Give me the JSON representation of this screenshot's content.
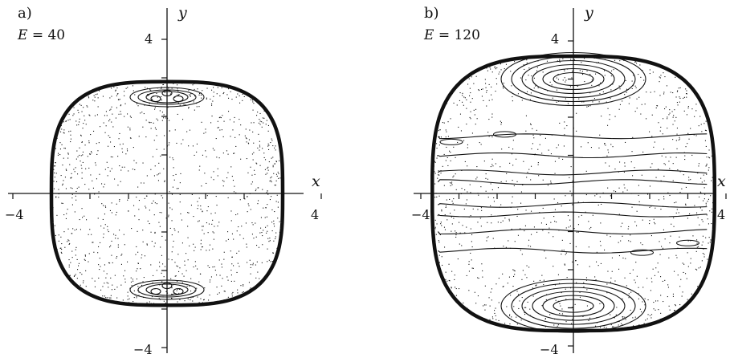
{
  "panels": [
    {
      "letter": "a)",
      "energy_symbol": "E",
      "energy_text": " = 40",
      "x_axis_name": "x",
      "y_axis_name": "y",
      "x_ticks": [
        "−4",
        "4"
      ],
      "y_ticks": [
        "4",
        "−4"
      ],
      "outline_halfwidth": 3,
      "outline_halfheight": 2.9,
      "islands": [
        {
          "cx": 0,
          "cy": 2.5,
          "kind": "triangle"
        },
        {
          "cx": 0,
          "cy": -2.5,
          "kind": "triangle"
        }
      ]
    },
    {
      "letter": "b)",
      "energy_symbol": "E",
      "energy_text": " = 120",
      "x_axis_name": "x",
      "y_axis_name": "y",
      "x_ticks": [
        "−4",
        "4"
      ],
      "y_ticks": [
        "4",
        "−4"
      ],
      "outline_halfwidth": 3.7,
      "outline_halfheight": 3.6,
      "islands": [
        {
          "cx": 0,
          "cy": 3.0,
          "kind": "oval"
        },
        {
          "cx": 0,
          "cy": -2.95,
          "kind": "oval"
        }
      ]
    }
  ],
  "colors": {
    "ink": "#111111",
    "background": "#ffffff"
  }
}
